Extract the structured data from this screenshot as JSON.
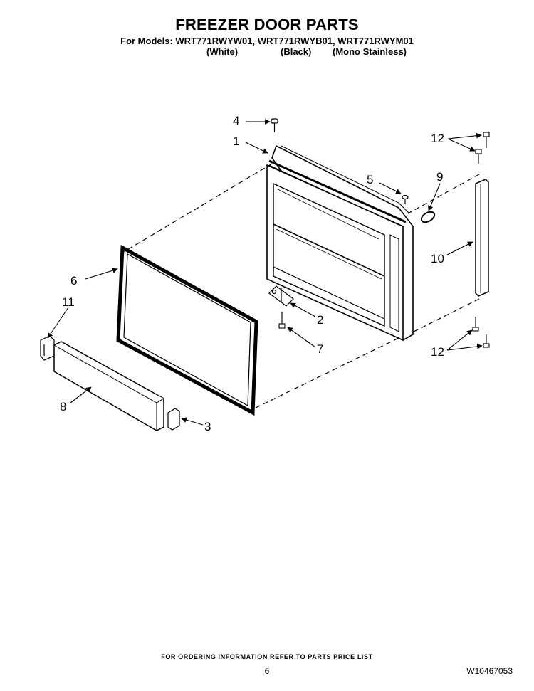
{
  "header": {
    "title": "FREEZER DOOR PARTS",
    "models": "For Models: WRT771RWYW01, WRT771RWYB01, WRT771RWYM01",
    "variant_white": "(White)",
    "variant_black": "(Black)",
    "variant_stainless": "(Mono Stainless)"
  },
  "callouts": {
    "c1": "1",
    "c2": "2",
    "c3": "3",
    "c4": "4",
    "c5": "5",
    "c6": "6",
    "c7": "7",
    "c8": "8",
    "c9": "9",
    "c10": "10",
    "c11": "11",
    "c12a": "12",
    "c12b": "12"
  },
  "footer": {
    "ordering_note": "FOR ORDERING INFORMATION REFER TO PARTS PRICE LIST",
    "page_number": "6",
    "document_number": "W10467053"
  }
}
